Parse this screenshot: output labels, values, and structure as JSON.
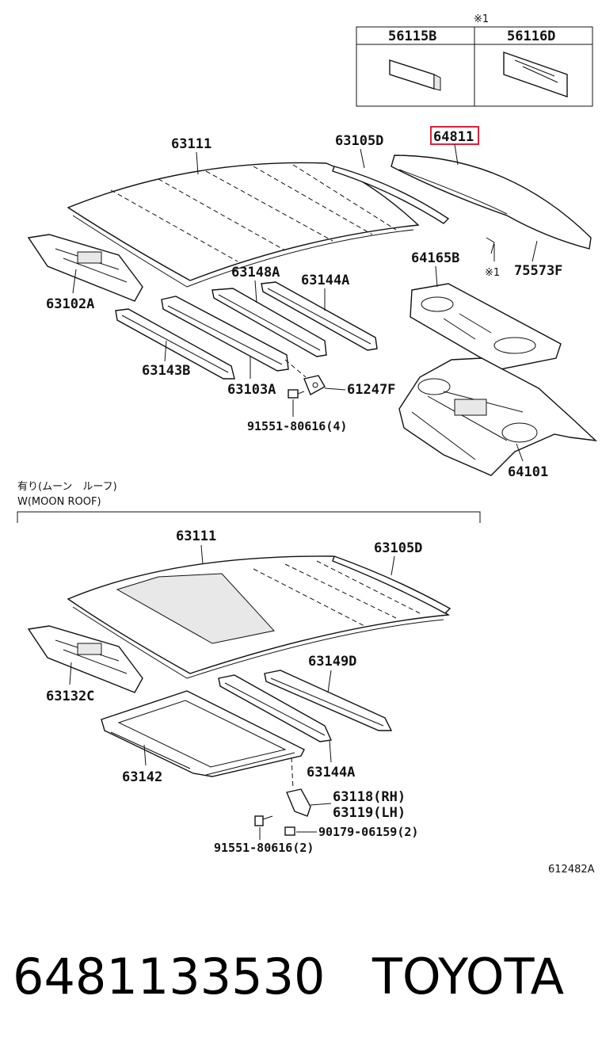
{
  "inset_table": {
    "note_mark": "※1",
    "headers": [
      "56115B",
      "56116D"
    ]
  },
  "upper_section": {
    "labels": {
      "roof_panel": "63111",
      "drip_molding": "63105D",
      "highlighted_part": "64811",
      "front_header": "63102A",
      "rear_package_upper": "64165B",
      "weatherstrip": "75573F",
      "weatherstrip_note": "※1",
      "roof_bow_148": "63148A",
      "roof_bow_144": "63144A",
      "side_rail": "63143B",
      "roof_bow_103": "63103A",
      "bracket": "61247F",
      "bolt": "91551-80616(4)",
      "rear_panel": "64101"
    }
  },
  "moon_roof_section": {
    "heading_jp": "有り(ムーン　ルーフ)",
    "heading_en": "W(MOON ROOF)",
    "labels": {
      "roof_panel": "63111",
      "drip_molding": "63105D",
      "front_header": "63132C",
      "roof_bow_149": "63149D",
      "sunroof_frame": "63142",
      "roof_bow_144": "63144A",
      "bracket_rh": "63118(RH)",
      "bracket_lh": "63119(LH)",
      "nut": "90179-06159(2)",
      "bolt": "91551-80616(2)"
    }
  },
  "diagram_code": "612482A",
  "footer": {
    "part_number": "6481133530",
    "brand": "TOYOTA"
  },
  "colors": {
    "highlight": "#e0203a",
    "line": "#111111"
  }
}
